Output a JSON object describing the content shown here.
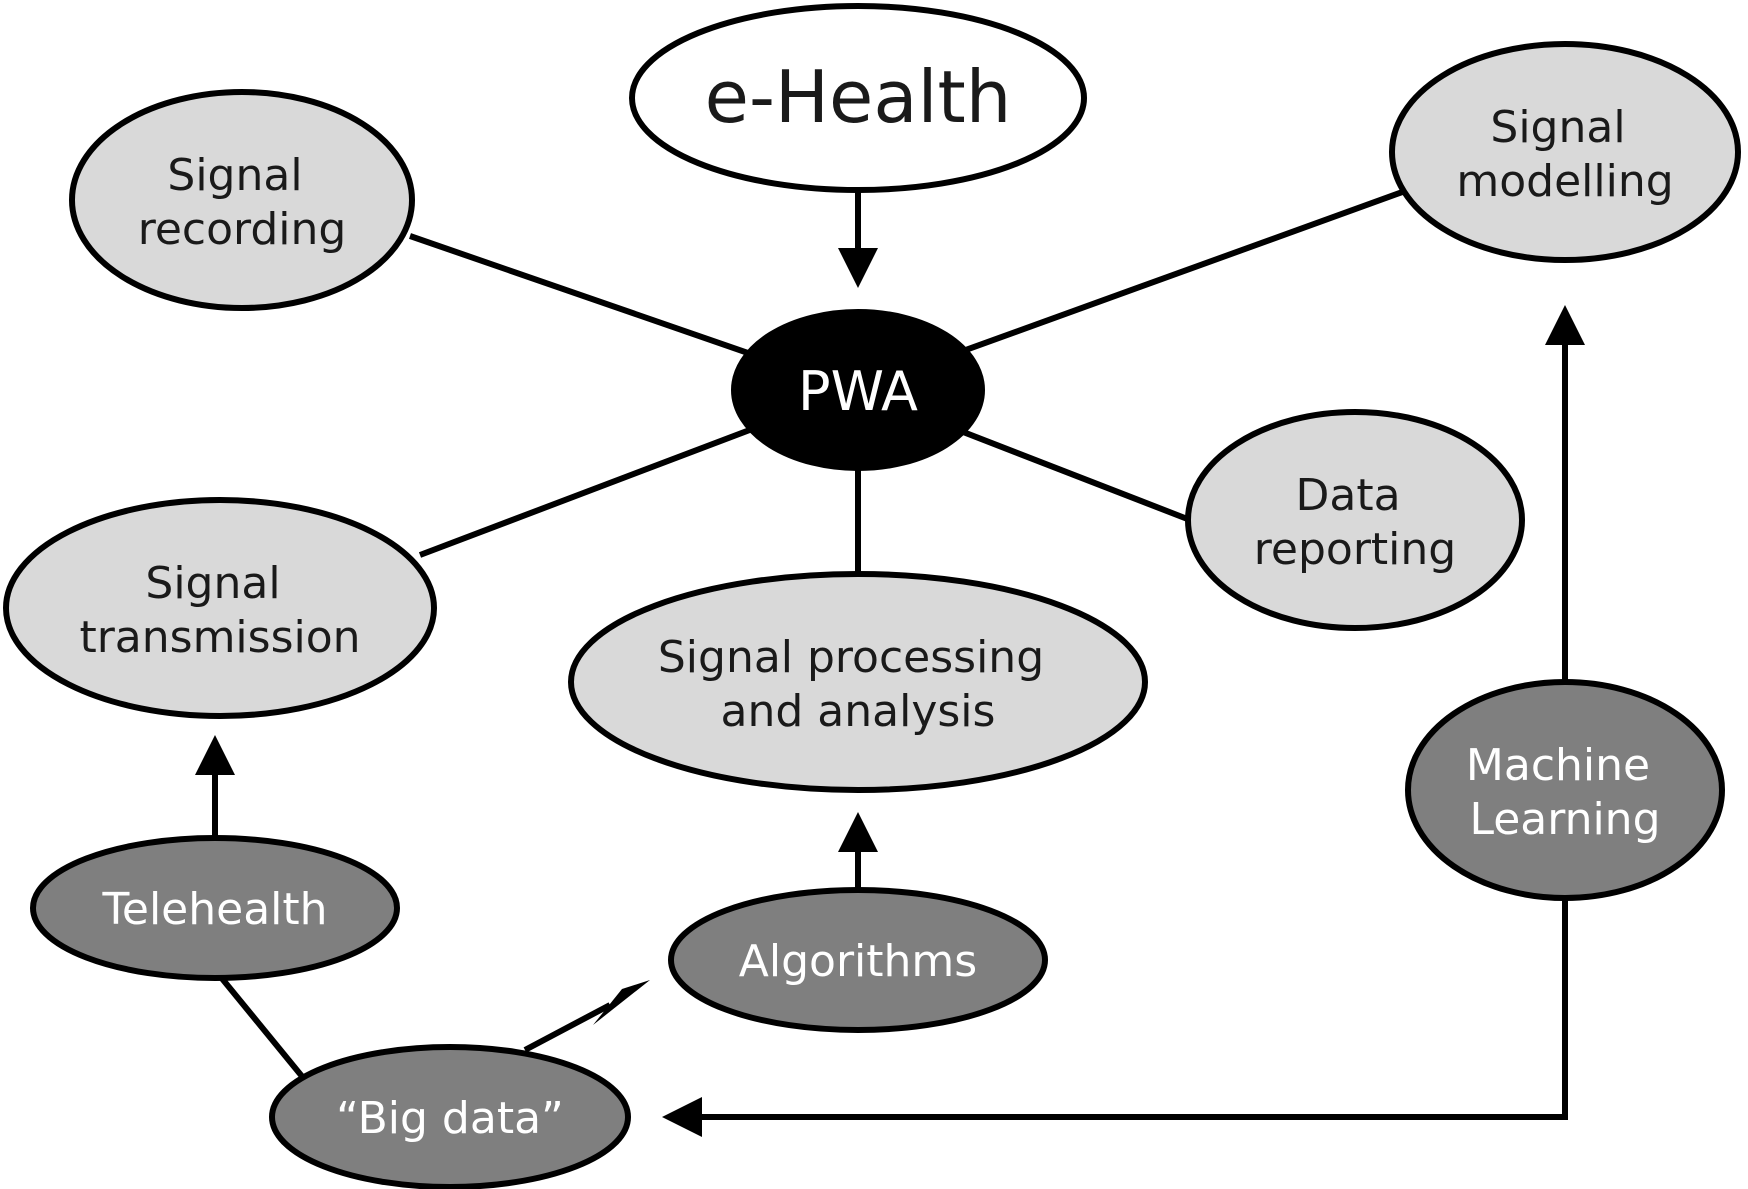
{
  "nodes": {
    "e_health": {
      "lines": [
        "e-Health"
      ]
    },
    "pwa": {
      "lines": [
        "PWA"
      ]
    },
    "signal_recording": {
      "lines": [
        "Signal",
        "recording"
      ]
    },
    "signal_modelling": {
      "lines": [
        "Signal",
        "modelling"
      ]
    },
    "data_reporting": {
      "lines": [
        "Data",
        "reporting"
      ]
    },
    "signal_transmission": {
      "lines": [
        "Signal",
        "transmission"
      ]
    },
    "signal_processing": {
      "lines": [
        "Signal processing",
        "and analysis"
      ]
    },
    "machine_learning": {
      "lines": [
        "Machine",
        "Learning"
      ]
    },
    "telehealth": {
      "lines": [
        "Telehealth"
      ]
    },
    "algorithms": {
      "lines": [
        "Algorithms"
      ]
    },
    "big_data": {
      "lines": [
        "“Big data”"
      ]
    }
  },
  "colors": {
    "white_fill": "#ffffff",
    "light_fill": "#d9d9d9",
    "dark_fill": "#7f7f7f",
    "center_fill": "#000000",
    "stroke": "#000000",
    "dark_text": "#1a1a1a",
    "light_text": "#ffffff"
  }
}
